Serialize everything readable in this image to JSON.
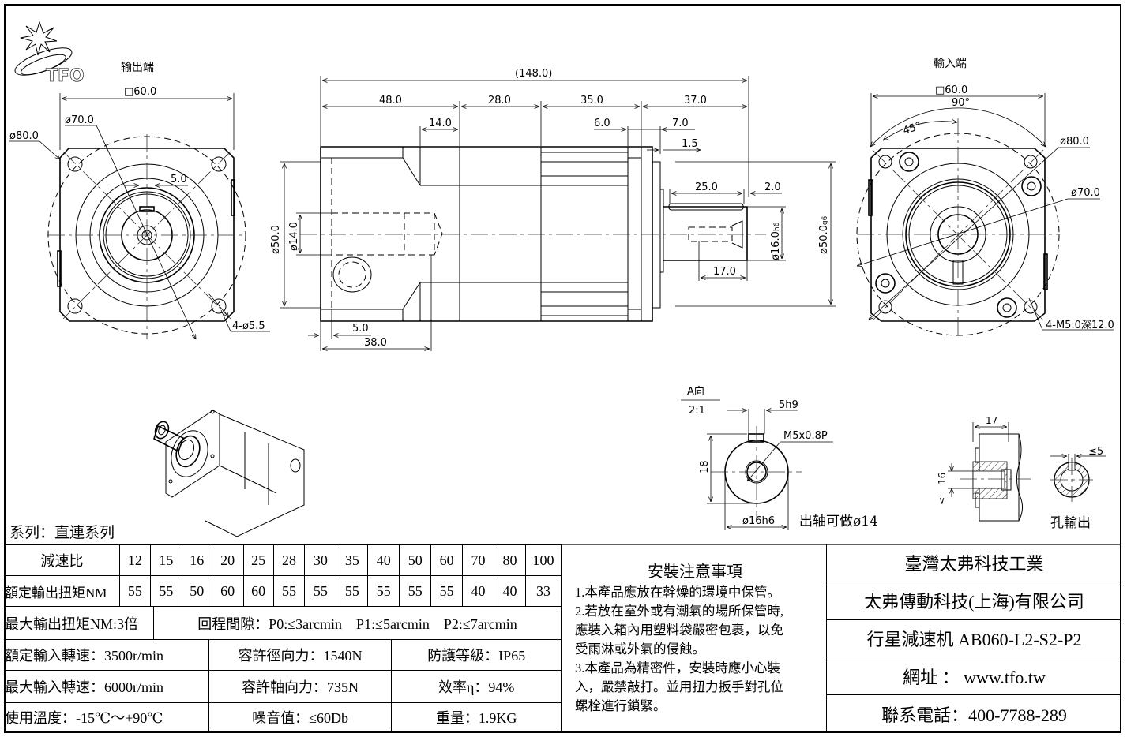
{
  "logo": {
    "text": "TFO"
  },
  "views": {
    "output_end": {
      "title": "输出端",
      "dims": {
        "square": "□60.0",
        "pcd": "ø70.0",
        "outer": "ø80.0",
        "key": "5.0",
        "holes": "4-ø5.5"
      }
    },
    "side": {
      "dims": {
        "overall": "(148.0)",
        "seg1": "48.0",
        "seg2": "28.0",
        "seg3": "35.0",
        "seg4": "37.0",
        "d14": "14.0",
        "d6": "6.0",
        "d7": "7.0",
        "d15": "1.5",
        "d25": "25.0",
        "d2": "2.0",
        "d17": "17.0",
        "bore_dia": "ø14.0",
        "pilot_in": "ø50.0",
        "shaft_dia": "ø16.0",
        "shaft_tol": "h6",
        "pilot_out": "ø50.0",
        "pilot_out_tol": "g6",
        "d5": "5.0",
        "d38": "38.0"
      }
    },
    "input_end": {
      "title": "輸入端",
      "dims": {
        "square": "□60.0",
        "angle90": "90°",
        "angle45": "45°",
        "outer": "ø80.0",
        "pcd": "ø70.0",
        "holes": "4-M5.0深12.0"
      }
    },
    "detail_a": {
      "title": "A向",
      "scale": "2:1",
      "dims": {
        "key": "5h9",
        "thread": "M5x0.8P",
        "height": "18",
        "dia": "ø16h6"
      },
      "note": "出轴可做ø14"
    },
    "hollow_output": {
      "dims": {
        "depth": "17",
        "dia": "16",
        "dia_prefix": "≤",
        "keyway": "≤5"
      },
      "label": "孔輸出"
    }
  },
  "series_label": "系列：直連系列",
  "spec_table": {
    "ratio_label": "減速比",
    "ratios": [
      "12",
      "15",
      "16",
      "20",
      "25",
      "28",
      "30",
      "35",
      "40",
      "50",
      "60",
      "70",
      "80",
      "100"
    ],
    "torque_label": "額定輸出扭矩NM",
    "torques": [
      "55",
      "55",
      "50",
      "60",
      "60",
      "55",
      "55",
      "55",
      "55",
      "55",
      "55",
      "40",
      "40",
      "33"
    ],
    "max_torque": "最大輸出扭矩NM:3倍",
    "backlash": "回程間隙：P0:≤3arcmin　P1:≤5arcmin　P2:≤7arcmin",
    "rows": [
      [
        "額定輸入轉速：3500r/min",
        "容許徑向力：1540N",
        "防護等級：IP65"
      ],
      [
        "最大輸入轉速：6000r/min",
        "容許軸向力：735N",
        "效率η：94%"
      ],
      [
        "使用溫度：-15℃～+90℃",
        "噪音值：≤60Db",
        "重量：1.9KG"
      ]
    ]
  },
  "notes": {
    "title": "安裝注意事項",
    "lines": [
      "1.本產品應放在幹燥的環境中保管。",
      "2.若放在室外或有潮氣的場所保管時,",
      "應裝入箱內用塑料袋嚴密包裹，以免",
      "受雨淋或外氣的侵蝕。",
      "3.本產品為精密件，安裝時應小心裝",
      "入，嚴禁敲打。並用扭力扳手對孔位",
      "螺栓進行鎖緊。"
    ]
  },
  "company": {
    "name_tw": "臺灣太弗科技工業",
    "name_sh": "太弗傳動科技(上海)有限公司",
    "product": "行星減速机 AB060-L2-S2-P2",
    "website": "網址 ： www.tfo.tw",
    "phone": "聯系電話：400-7788-289"
  }
}
